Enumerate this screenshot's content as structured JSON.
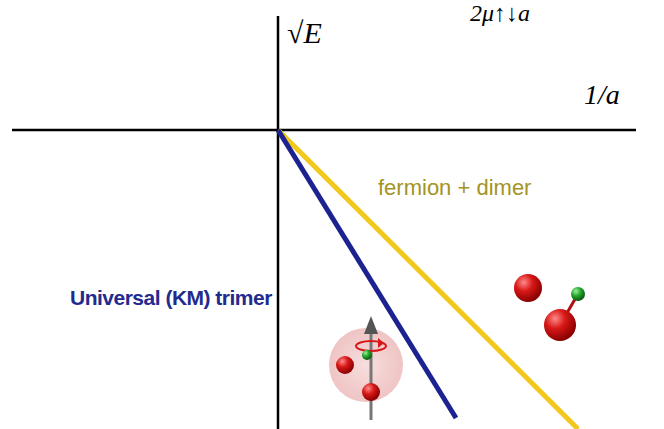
{
  "diagram": {
    "labels": [
      "2μ↑↓a",
      "√E",
      "1/a",
      "fermion + dimer",
      "Universal (KM) trimer"
    ]
  }
}
